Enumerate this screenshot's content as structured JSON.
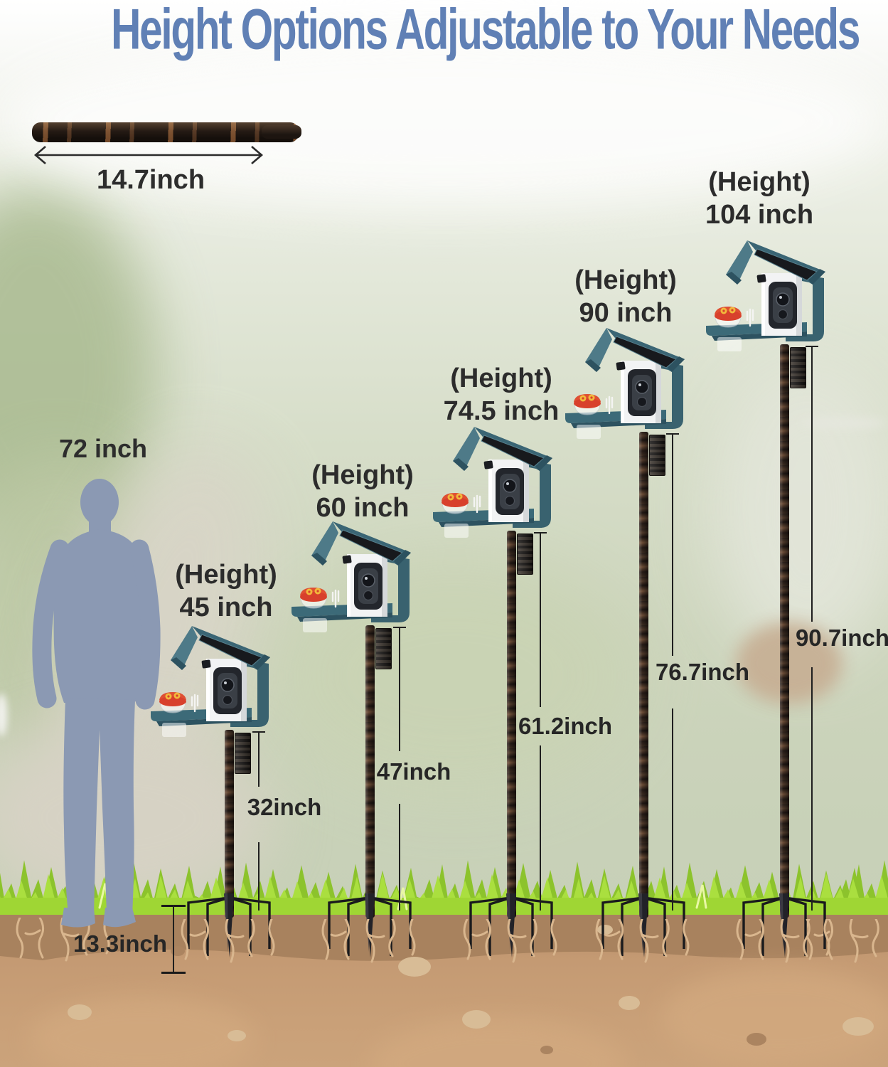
{
  "title": "Height Options Adjustable to Your Needs",
  "pole_sample": {
    "length_label": "14.7inch"
  },
  "person": {
    "height_label": "72 inch"
  },
  "feeders": [
    {
      "caption": "(Height)",
      "height": "45 inch",
      "above_ground": "32inch"
    },
    {
      "caption": "(Height)",
      "height": "60 inch",
      "above_ground": "47inch"
    },
    {
      "caption": "(Height)",
      "height": "74.5 inch",
      "above_ground": "61.2inch"
    },
    {
      "caption": "(Height)",
      "height": "90 inch",
      "above_ground": "76.7inch"
    },
    {
      "caption": "(Height)",
      "height": "104 inch",
      "above_ground": "90.7inch"
    }
  ],
  "underground": {
    "depth_label": "13.3inch"
  },
  "colors": {
    "title_blue": "#6080b5",
    "label_text": "#2c2c2c",
    "feeder_teal": "#3c6a78",
    "solar_panel": "#17191d",
    "cup_red": "#d8402c",
    "cup_yellow": "#f2b93c",
    "grass_green": "#aadf3f",
    "grass_dark_green": "#8cc32c",
    "soil_brown": "#c49a73",
    "soil_dark_band": "#a8825e",
    "silhouette_blue_gray": "#8b99b3",
    "pole_dark_brown": "#2a201b"
  }
}
